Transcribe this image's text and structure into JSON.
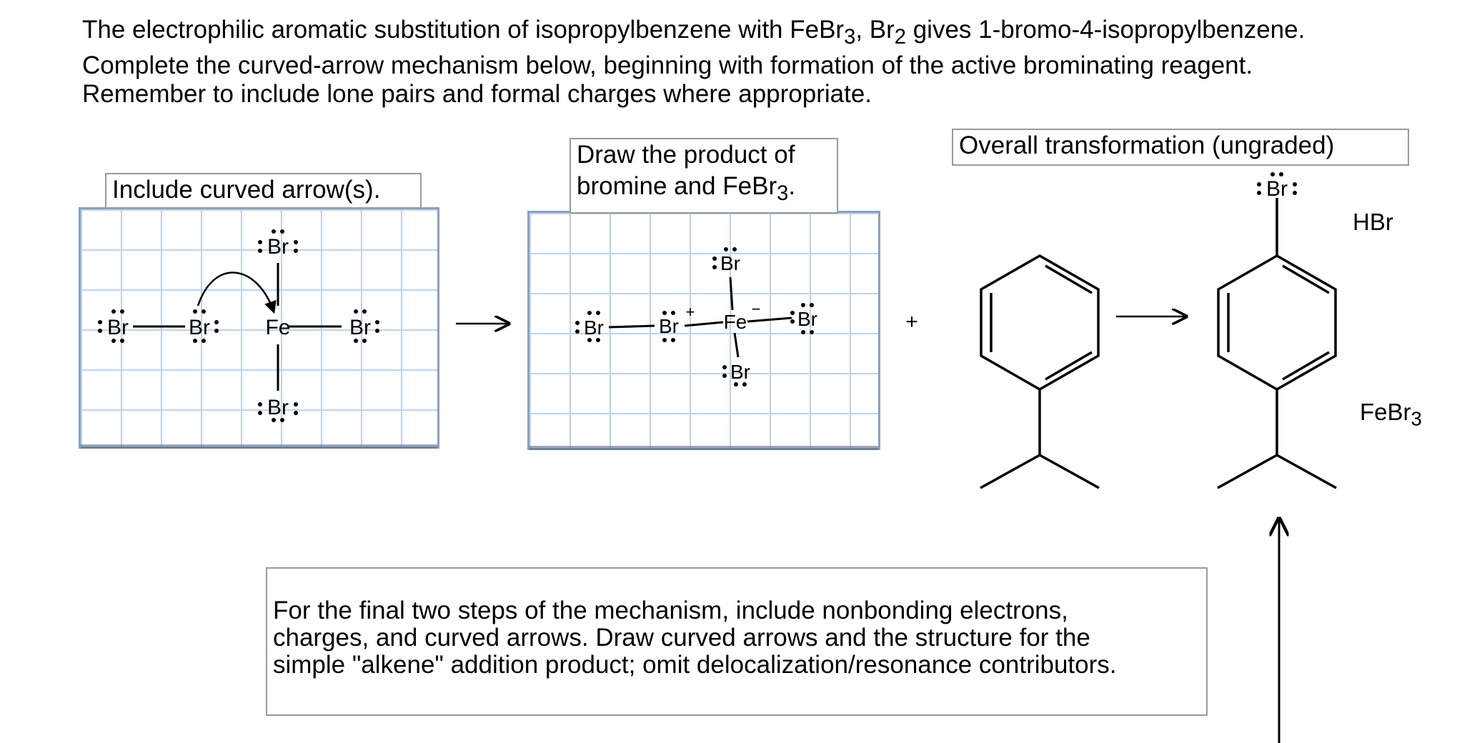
{
  "intro": {
    "line1_a": "The electrophilic aromatic substitution of isopropylbenzene with FeBr",
    "line1_sub1": "3",
    "line1_b": ", Br",
    "line1_sub2": "2",
    "line1_c": " gives 1-bromo-4-isopropylbenzene.",
    "line2": "Complete the curved-arrow mechanism below, beginning with formation of the active brominating reagent.",
    "line3": "Remember to include lone pairs and formal charges where appropriate."
  },
  "panel1": {
    "label": "Include curved arrow(s)."
  },
  "panel2": {
    "label_line1": "Draw the product of",
    "label_line2_a": "bromine and FeBr",
    "label_line2_sub": "3",
    "label_line2_b": "."
  },
  "panel3": {
    "label": "Overall transformation (ungraded)"
  },
  "atoms": {
    "br": "Br",
    "fe": "Fe",
    "plus_charge": "+",
    "minus_charge": "−"
  },
  "plus_sign": "+",
  "reagents": {
    "hbr": "HBr",
    "febr3_a": "FeBr",
    "febr3_sub": "3"
  },
  "instructions": {
    "line1": "For the final two steps of the mechanism, include nonbonding electrons,",
    "line2": "charges, and curved arrows. Draw curved arrows and the structure for the",
    "line3": "simple \"alkene\" addition product; omit delocalization/resonance contributors."
  },
  "colors": {
    "grid_line": "#bcd2ee",
    "grid_border": "#8aa1bf",
    "box_border": "#9a9a9a"
  }
}
